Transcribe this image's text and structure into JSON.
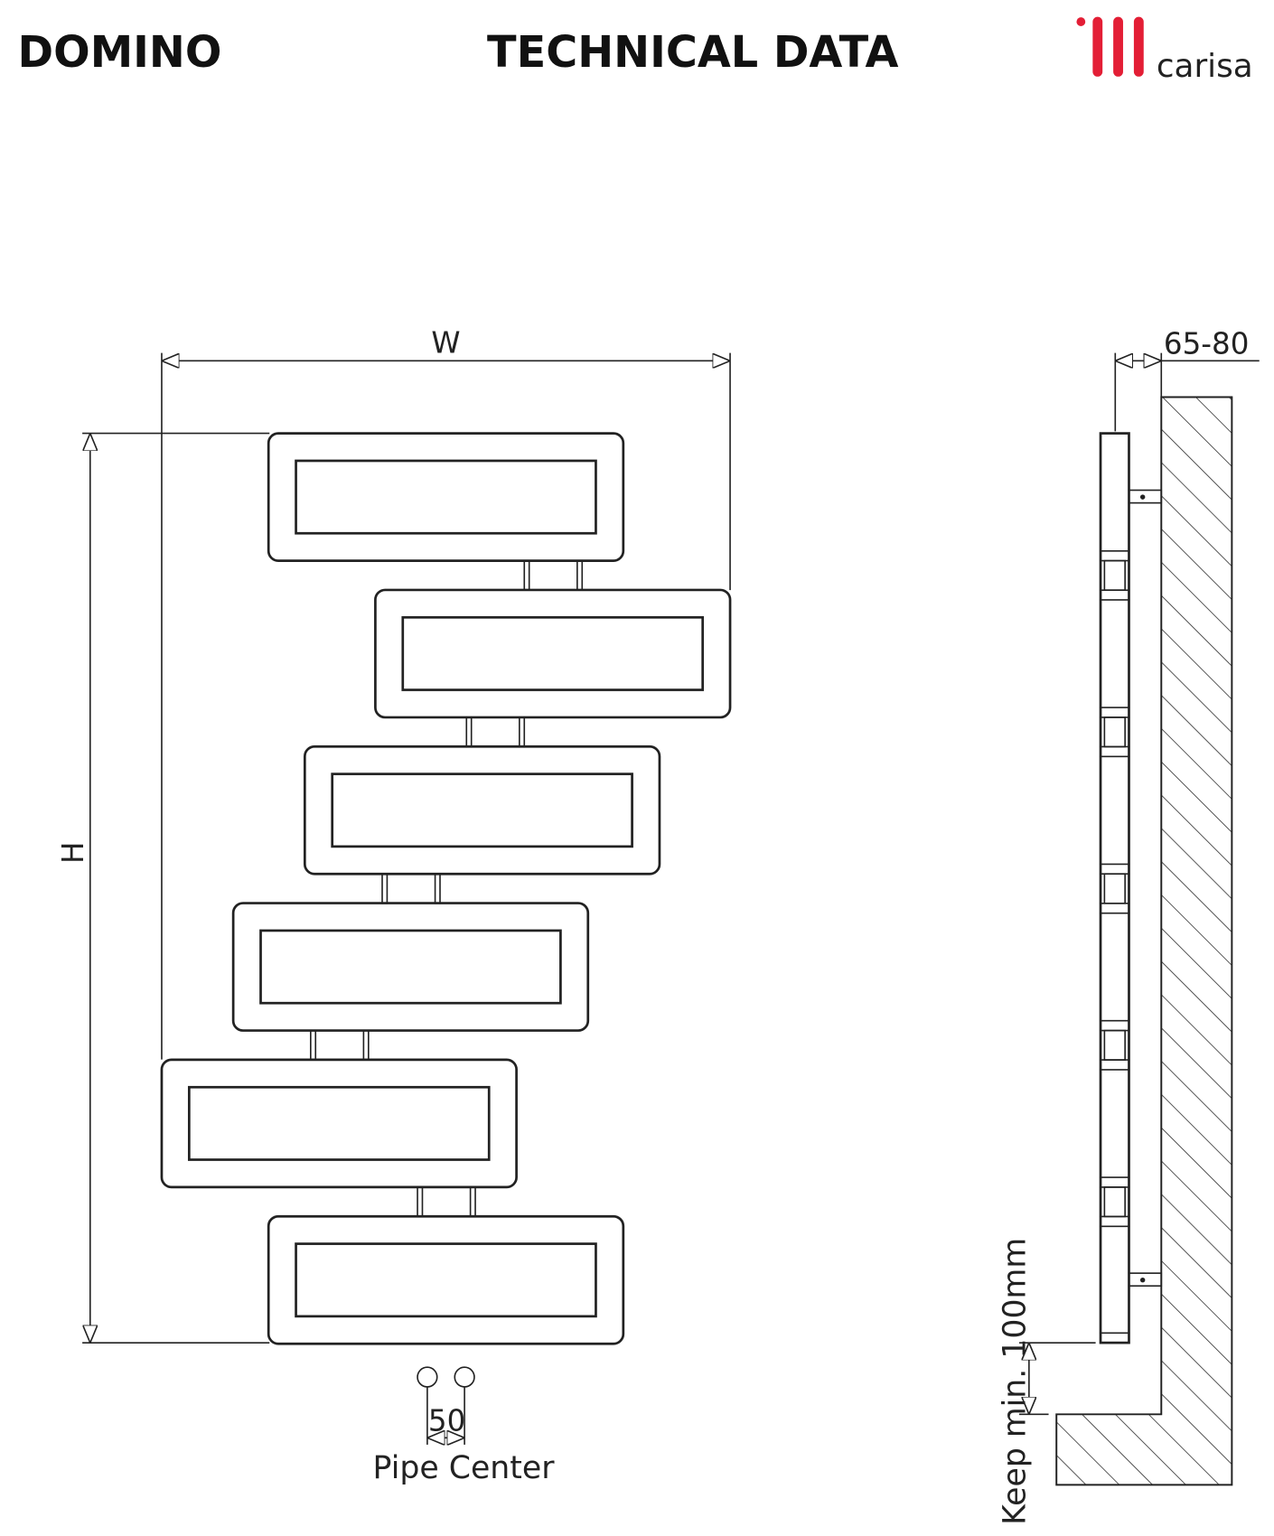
{
  "header": {
    "product_name": "DOMINO",
    "title": "TECHNICAL DATA",
    "brand": "carisa",
    "brand_color": "#e31e35"
  },
  "front_view": {
    "width_label": "W",
    "height_label": "H",
    "panel_count": 6,
    "pipe_spacing_value": "50",
    "pipe_label": "Pipe Center"
  },
  "side_view": {
    "wall_distance_label": "65-80",
    "floor_clearance_label": "Keep min. 100mm"
  }
}
